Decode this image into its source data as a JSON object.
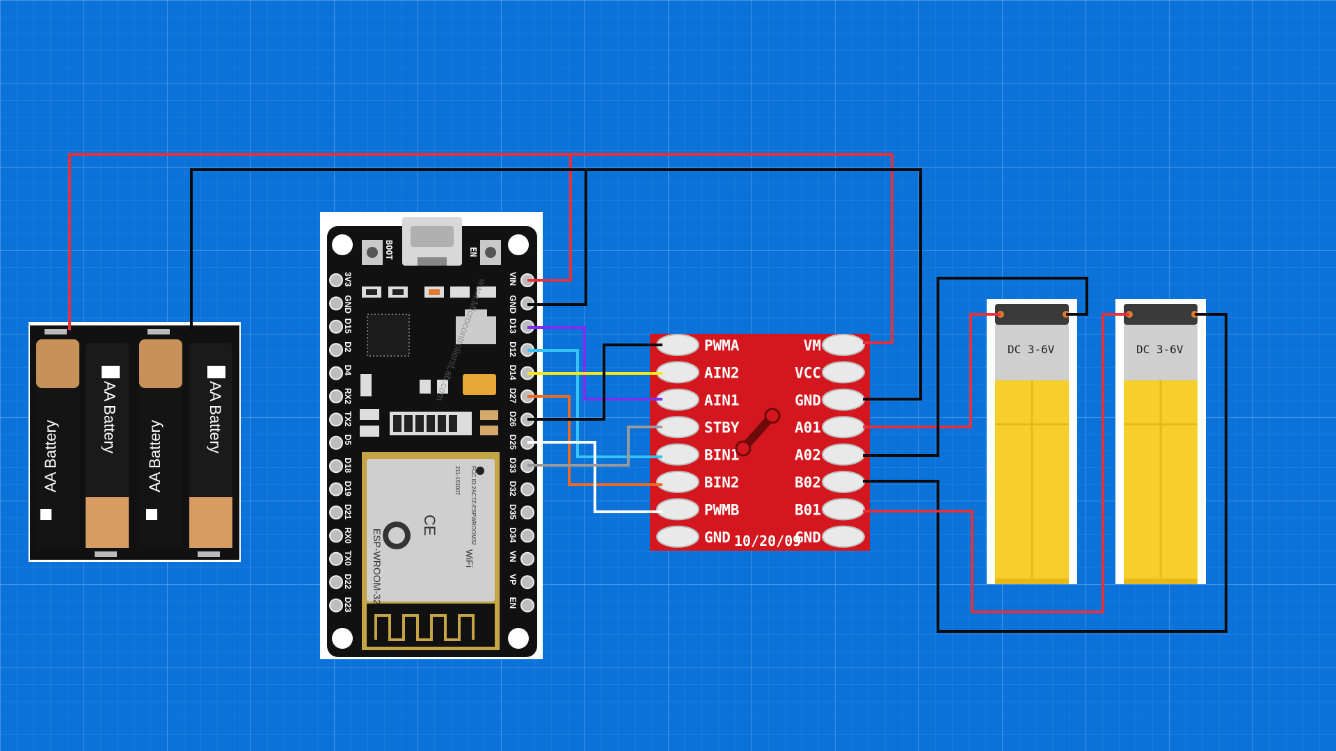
{
  "battery": {
    "labels": [
      "AA Battery",
      "AA Battery",
      "AA Battery",
      "AA Battery"
    ]
  },
  "esp32": {
    "boot_label": "BOOT",
    "en_label": "EN",
    "right_pins": [
      "VIN",
      "GND",
      "D13",
      "D12",
      "D14",
      "D27",
      "D26",
      "D25",
      "D33",
      "D32",
      "D35",
      "D34",
      "VN",
      "VP",
      "EN"
    ],
    "left_pins": [
      "3V3",
      "GND",
      "D15",
      "D2",
      "D4",
      "RX2",
      "TX2",
      "D5",
      "D18",
      "D19",
      "D21",
      "RX0",
      "TX0",
      "D22",
      "D23"
    ],
    "module_name": "ESP-WROOM-32",
    "fcc_id": "FCC ID:2AC7Z-ESPWROOM32",
    "cert_number": "211-161007",
    "ce_mark": "CE",
    "wifi_label": "WiFi",
    "watermark": "www.MicrocontrollersLab.com"
  },
  "driver": {
    "left_pins": [
      "PWMA",
      "AIN2",
      "AIN1",
      "STBY",
      "BIN1",
      "BIN2",
      "PWMB",
      "GND"
    ],
    "right_pins": [
      "VM",
      "VCC",
      "GND",
      "A01",
      "A02",
      "B02",
      "B01",
      "GND"
    ],
    "date_code": "10/20/09"
  },
  "motors": [
    {
      "label": "DC 3-6V"
    },
    {
      "label": "DC 3-6V"
    }
  ],
  "colors": {
    "background": "#0a72d8",
    "wire_red": "#e8303a",
    "wire_black": "#0a0a0a",
    "wire_purple": "#7b2ff0",
    "wire_cyan": "#35c4f5",
    "wire_yellow": "#f5e71b",
    "wire_orange": "#ee6a22",
    "wire_gray": "#9a9a9a",
    "wire_white": "#ffffff",
    "driver_board": "#d4171e",
    "motor_gearbox": "#f7cf2b"
  }
}
